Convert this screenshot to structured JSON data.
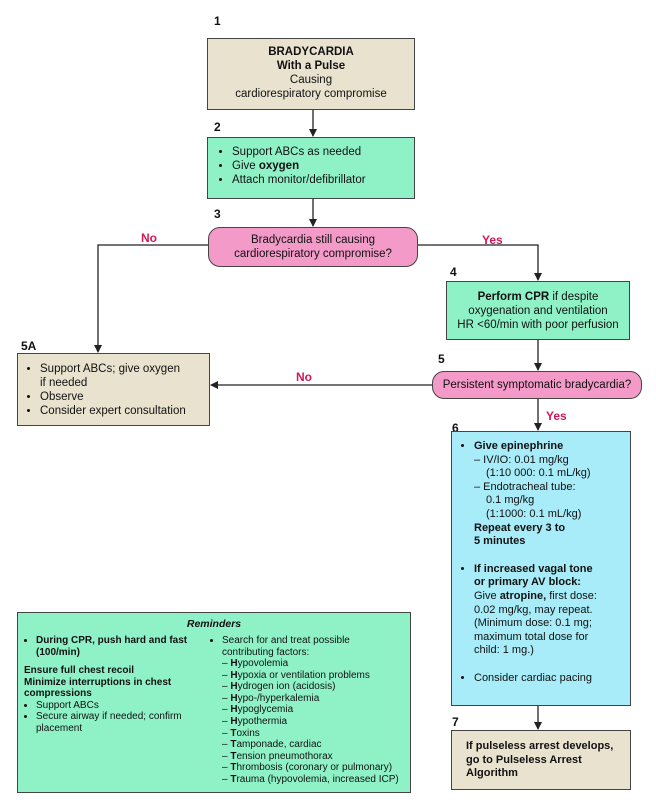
{
  "steps": {
    "s1": {
      "number": "1",
      "line1": "BRADYCARDIA",
      "line2": "With a Pulse",
      "line3": "Causing",
      "line4": "cardiorespiratory compromise"
    },
    "s2": {
      "number": "2",
      "item1": "Support ABCs as needed",
      "item2_prefix": "Give ",
      "item2_bold": "oxygen",
      "item3": "Attach monitor/defibrillator"
    },
    "s3": {
      "number": "3",
      "line1": "Bradycardia still causing",
      "line2": "cardiorespiratory compromise?"
    },
    "s4": {
      "number": "4",
      "line1_bold": "Perform CPR",
      "line1_rest": " if despite",
      "line2": "oxygenation and ventilation",
      "line3": "HR <60/min with poor perfusion"
    },
    "s5": {
      "number": "5",
      "text": "Persistent symptomatic bradycardia?"
    },
    "s5a": {
      "number": "5A",
      "item1_l1": "Support ABCs; give oxygen",
      "item1_l2": "if needed",
      "item2": "Observe",
      "item3": "Consider expert consultation"
    },
    "s6": {
      "number": "6",
      "epi_title": "Give epinephrine",
      "ivio_l1": "– IV/IO: 0.01 mg/kg",
      "ivio_l2": "(1:10 000: 0.1 mL/kg)",
      "et_l1": "– Endotracheal tube:",
      "et_l2": "0.1 mg/kg",
      "et_l3": "(1:1000: 0.1 mL/kg)",
      "repeat_l1": "Repeat every 3 to",
      "repeat_l2": "5 minutes",
      "vagal_l1": "If increased vagal tone",
      "vagal_l2": "or primary AV block:",
      "atro_l1_prefix": "Give ",
      "atro_l1_bold": "atropine,",
      "atro_l1_rest": " first dose:",
      "atro_l2": "0.02 mg/kg, may repeat.",
      "atro_l3": "(Minimum dose: 0.1 mg;",
      "atro_l4": "maximum total dose for",
      "atro_l5": "child: 1 mg.)",
      "pacing": "Consider cardiac pacing"
    },
    "s7": {
      "number": "7",
      "line1": "If pulseless arrest develops,",
      "line2": "go to Pulseless Arrest",
      "line3": "Algorithm"
    }
  },
  "labels": {
    "no": "No",
    "yes": "Yes"
  },
  "reminders": {
    "title": "Reminders",
    "cpr_l1": "During CPR, push hard and fast",
    "cpr_l2": "(100/min)",
    "recoil": "Ensure full chest recoil",
    "minimize_l1": "Minimize interruptions in chest",
    "minimize_l2": "compressions",
    "support": "Support ABCs",
    "airway_l1": "Secure airway if needed; confirm",
    "airway_l2": "placement",
    "search_l1": "Search for and treat possible",
    "search_l2": "contributing factors:",
    "factors": [
      {
        "cap": "H",
        "rest": "ypovolemia"
      },
      {
        "cap": "H",
        "rest": "ypoxia or ventilation problems"
      },
      {
        "cap": "H",
        "rest": "ydrogen ion (acidosis)"
      },
      {
        "cap": "H",
        "rest": "ypo-/hyperkalemia"
      },
      {
        "cap": "H",
        "rest": "ypoglycemia"
      },
      {
        "cap": "H",
        "rest": "ypothermia"
      },
      {
        "cap": "T",
        "rest": "oxins"
      },
      {
        "cap": "T",
        "rest": "amponade, cardiac"
      },
      {
        "cap": "T",
        "rest": "ension pneumothorax"
      },
      {
        "cap": "T",
        "rest": "hrombosis (coronary or pulmonary)"
      },
      {
        "cap": "T",
        "rest": "rauma (hypovolemia, increased ICP)"
      }
    ]
  },
  "colors": {
    "tan": "#e8e2cf",
    "green": "#8ff2c6",
    "pink": "#f49ac9",
    "cyan": "#a7ecf8",
    "label_red": "#d0185a"
  }
}
